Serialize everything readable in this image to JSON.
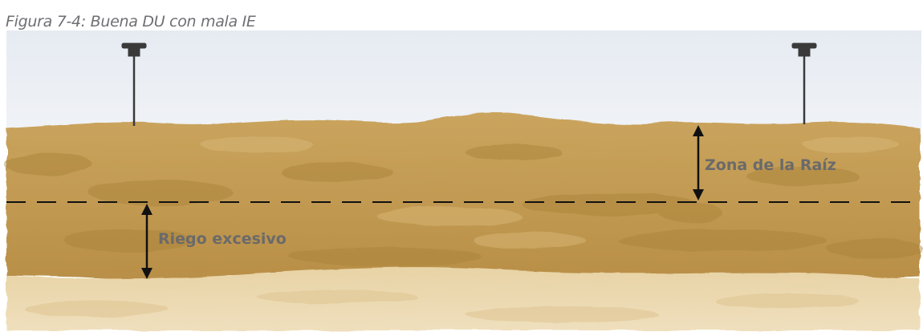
{
  "figure": {
    "caption": "Figura 7-4: Buena DU con mala IE",
    "labels": {
      "root_zone": "Zona de la Raíz",
      "over_irrigation": "Riego excesivo"
    },
    "colors": {
      "sky": "#e9eef4",
      "soil_upper": "#c7a05a",
      "soil_dark": "#a8803a",
      "soil_lower": "#ead7ac",
      "text": "#6a6a6a"
    }
  }
}
